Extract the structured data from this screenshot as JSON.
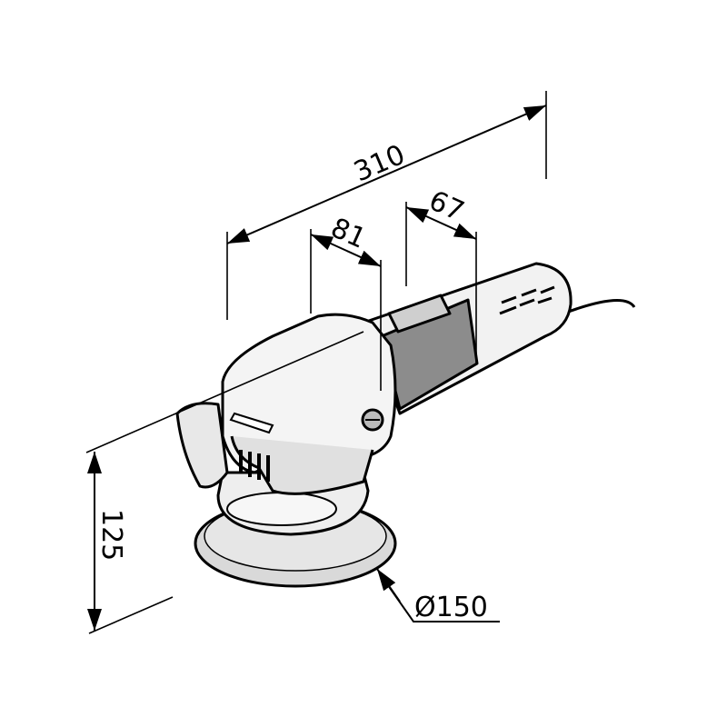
{
  "title": "Random orbital sander dimension drawing",
  "dimensions": {
    "overall_length": "310",
    "head_width": "81",
    "grip_width": "67",
    "height": "125",
    "pad_diameter": "Ø150"
  },
  "colors": {
    "line": "#000000",
    "body_light": "#f2f2f2",
    "body_mid": "#d9d9d9",
    "body_dark": "#8c8c8c"
  }
}
